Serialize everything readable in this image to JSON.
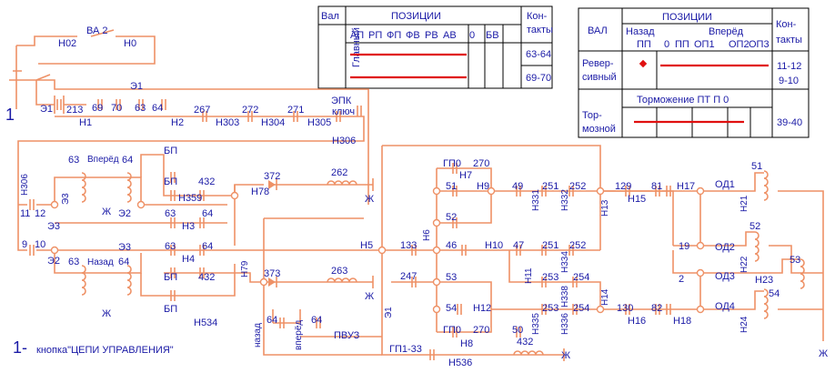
{
  "table_main": {
    "val": "Вал",
    "positions": "ПОЗИЦИИ",
    "contacts": "Кон-\nтакты",
    "row_label": "Главный",
    "cols": [
      "АП",
      "РП",
      "ФП",
      "ФВ",
      "РВ",
      "АВ",
      "0",
      "БВ"
    ],
    "contacts_list": [
      "63-64",
      "69-70"
    ]
  },
  "table_rev": {
    "val": "ВАЛ",
    "positions": "ПОЗИЦИИ",
    "back": "Назад",
    "forward": "Вперёд",
    "contacts": "Кон-\nтакты",
    "cols": [
      "ПП",
      "0",
      "ПП",
      "ОП1",
      "ОП2",
      "ОП3"
    ],
    "row1_label": "Ревер-\nсивный",
    "row1_contacts": [
      "11-12",
      "9-10"
    ],
    "braking_header": "Торможение  ПТ  П  0",
    "row2_label": "Тор-\nмозной",
    "row2_contacts": [
      "39-40"
    ]
  },
  "labels": {
    "va2": "ВА 2",
    "n02": "Н02",
    "n0": "Н0",
    "e1a": "Э1",
    "e1b": "Э1",
    "e1c": "Э1",
    "one": "1",
    "legend_num": "1-",
    "legend_text": "кнопка\"ЦЕПИ УПРАВЛЕНИЯ\"",
    "w213": "213",
    "w69": "69",
    "w70": "70",
    "w63a": "63",
    "w64a": "64",
    "w267": "267",
    "w272": "272",
    "w271": "271",
    "epk": "ЭПК",
    "klyuch": "ключ",
    "n1": "Н1",
    "n2": "Н2",
    "n303": "Н303",
    "n304": "Н304",
    "n305": "Н305",
    "n306a": "Н306",
    "n306b": "Н306",
    "w63b": "63",
    "vpered": "Вперёд",
    "w64b": "64",
    "bp1": "БП",
    "bp2": "БП",
    "w432a": "432",
    "n359": "Н359",
    "e3a": "Э3",
    "e3b": "Э3",
    "e3c": "Э3",
    "e2a": "Э2",
    "e2b": "Э2",
    "zh1": "Ж",
    "zh2": "Ж",
    "zh3": "Ж",
    "zh4": "Ж",
    "zh5": "Ж",
    "zh6": "Ж",
    "w11": "11",
    "w12": "12",
    "w9": "9",
    "w10": "10",
    "w63c": "63",
    "w64c": "64",
    "n3": "Н3",
    "w63d": "63",
    "w64d": "64",
    "n4": "Н4",
    "w63e": "63",
    "nazad": "Назад",
    "w64e": "64",
    "bp3": "БП",
    "bp4": "БП",
    "w432b": "432",
    "n534": "Н534",
    "w372": "372",
    "n78": "Н78",
    "w262": "262",
    "n79": "Н79",
    "w373": "373",
    "w263": "263",
    "n5": "Н5",
    "w133": "133",
    "w247": "247",
    "n6": "Н6",
    "gp0a": "ГП0",
    "w270a": "270",
    "n7": "Н7",
    "w51": "51",
    "n9": "Н9",
    "w52": "52",
    "w46": "46",
    "n10": "Н10",
    "w47": "47",
    "w251a": "251",
    "w252a": "252",
    "w49": "49",
    "w251b": "251",
    "w252b": "252",
    "n331": "Н331",
    "n332": "Н332",
    "w129": "129",
    "n15": "Н15",
    "w81": "81",
    "n13": "Н13",
    "n17": "Н17",
    "od1": "ОД1",
    "n21": "Н21",
    "w51b": "51",
    "w52b": "52",
    "w19": "19",
    "od2": "ОД2",
    "n22": "Н22",
    "w53b": "53",
    "n11": "Н11",
    "n334": "Н334",
    "w253a": "253",
    "w254a": "254",
    "n338": "Н338",
    "w53": "53",
    "w54": "54",
    "n12": "Н12",
    "w253b": "253",
    "w254b": "254",
    "n14": "Н14",
    "n335": "Н335",
    "n336": "Н336",
    "w130": "130",
    "n16": "Н16",
    "w82": "82",
    "n18": "Н18",
    "w2": "2",
    "od3": "ОД3",
    "n23": "Н23",
    "od4": "ОД4",
    "n24": "Н24",
    "w54b": "54",
    "gp0b": "ГП0",
    "w270b": "270",
    "n8": "Н8",
    "w50": "50",
    "nazad_v": "назад",
    "w64f": "64",
    "vpered_v": "вперёд",
    "w64g": "64",
    "pvuz": "ПВУЗ",
    "gp133": "ГП1-33",
    "w432c": "432",
    "n536": "Н536"
  },
  "colors": {
    "wire": "#ee9166",
    "label": "#1a1aa6",
    "position_bar": "#e01010"
  }
}
